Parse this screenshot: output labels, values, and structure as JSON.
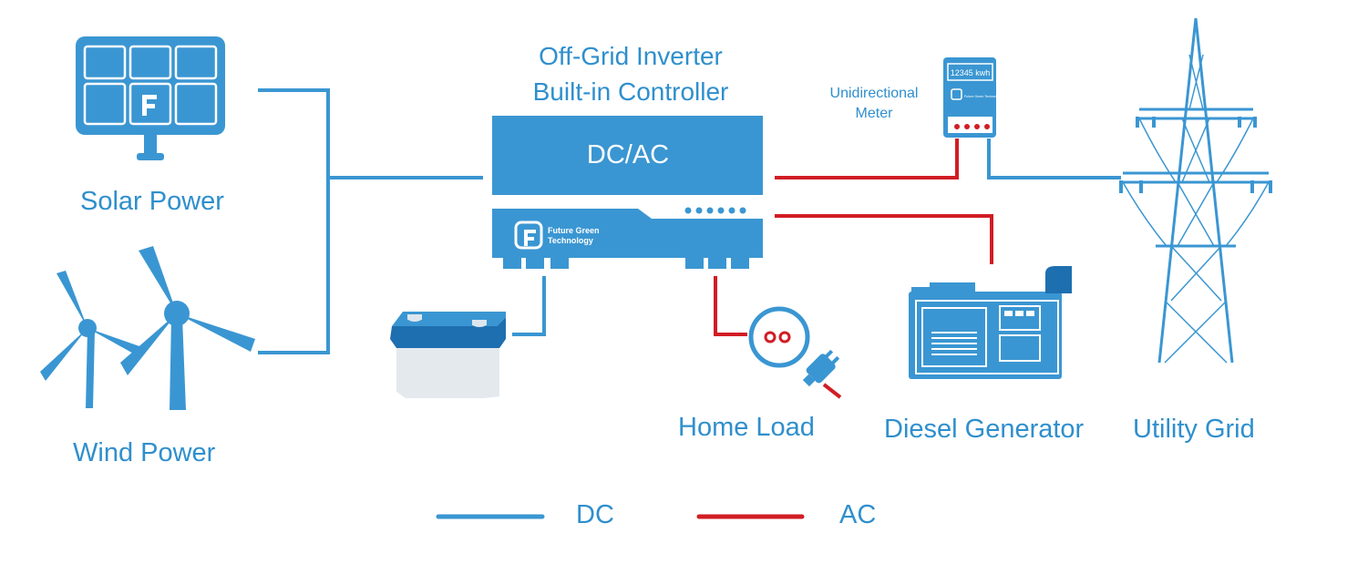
{
  "inverter": {
    "title_line1": "Off-Grid Inverter",
    "title_line2": "Built-in Controller",
    "display_text": "DC/AC",
    "brand_line1": "Future Green",
    "brand_line2": "Technology"
  },
  "meter": {
    "label_line1": "Unidirectional",
    "label_line2": "Meter",
    "reading": "12345 kwh",
    "brand": "Future Green Technology"
  },
  "components": {
    "solar": "Solar Power",
    "wind": "Wind Power",
    "home_load": "Home Load",
    "diesel": "Diesel Generator",
    "grid": "Utility Grid"
  },
  "legend": [
    {
      "label": "DC",
      "color": "#3a96d2"
    },
    {
      "label": "AC",
      "color": "#d11d24"
    }
  ],
  "colors": {
    "blue": "#3a96d2",
    "dark_blue": "#1e6fb0",
    "red": "#d11d24",
    "text": "#2f8fcd"
  }
}
